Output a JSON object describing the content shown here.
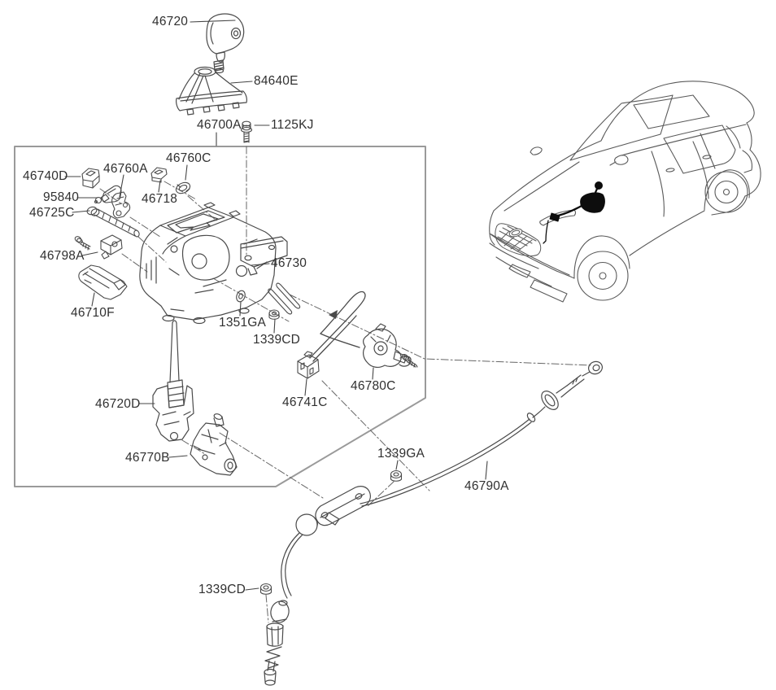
{
  "palette": {
    "line": "#4a4a4a",
    "box_border": "#9a9a9a",
    "text": "#303030",
    "highlight_black": "#0d0d0d",
    "background": "#ffffff"
  },
  "diagram": {
    "type": "exploded-parts-diagram",
    "subject": "shift lever assembly with shift cable and vehicle location view"
  },
  "labels": [
    {
      "id": "46720",
      "text": "46720"
    },
    {
      "id": "84640E",
      "text": "84640E"
    },
    {
      "id": "46700A",
      "text": "46700A"
    },
    {
      "id": "1125KJ",
      "text": "1125KJ"
    },
    {
      "id": "46740D",
      "text": "46740D"
    },
    {
      "id": "46760A",
      "text": "46760A"
    },
    {
      "id": "46760C",
      "text": "46760C"
    },
    {
      "id": "95840",
      "text": "95840"
    },
    {
      "id": "46718",
      "text": "46718"
    },
    {
      "id": "46725C",
      "text": "46725C"
    },
    {
      "id": "46798A",
      "text": "46798A"
    },
    {
      "id": "46710F",
      "text": "46710F"
    },
    {
      "id": "46730",
      "text": "46730"
    },
    {
      "id": "1351GA",
      "text": "1351GA"
    },
    {
      "id": "1339CD-upper",
      "text": "1339CD"
    },
    {
      "id": "46720D",
      "text": "46720D"
    },
    {
      "id": "46770B",
      "text": "46770B"
    },
    {
      "id": "46741C",
      "text": "46741C"
    },
    {
      "id": "46780C",
      "text": "46780C"
    },
    {
      "id": "1339GA",
      "text": "1339GA"
    },
    {
      "id": "46790A",
      "text": "46790A"
    },
    {
      "id": "1339CD-lower",
      "text": "1339CD"
    }
  ]
}
